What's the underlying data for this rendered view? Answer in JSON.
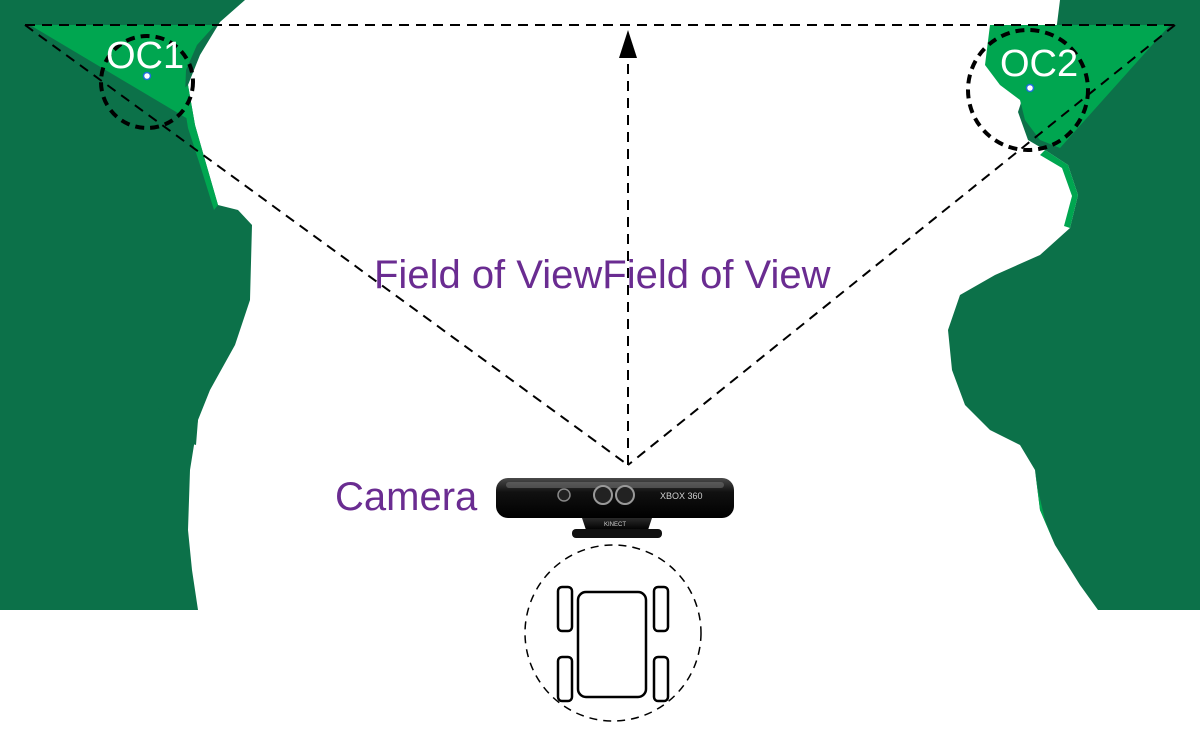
{
  "labels": {
    "oc1": "OC1",
    "oc2": "OC2",
    "field_of_view": "Field of ViewField of View",
    "camera": "Camera",
    "device_text": "XBOX 360",
    "stand_text": "KINECT"
  },
  "colors": {
    "dark_green": "#0c7149",
    "light_green": "#00a650",
    "label_purple": "#6a2c91",
    "line": "#000000",
    "background": "#ffffff"
  },
  "icons": [
    "kinect-camera-icon",
    "robot-vehicle-icon"
  ]
}
